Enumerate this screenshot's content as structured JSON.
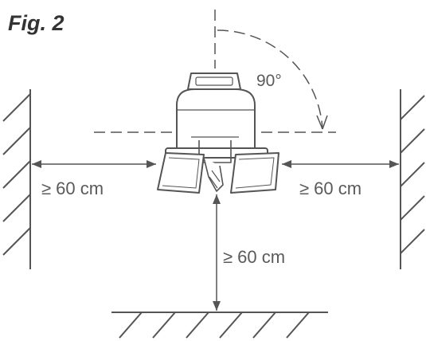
{
  "figure": {
    "title": "Fig. 2",
    "angle_label": "90°",
    "left_clearance_label": "≥ 60 cm",
    "right_clearance_label": "≥ 60 cm",
    "bottom_clearance_label": "≥ 60 cm"
  },
  "colors": {
    "line": "#555555",
    "text": "#5a5a5a",
    "background": "#ffffff"
  }
}
